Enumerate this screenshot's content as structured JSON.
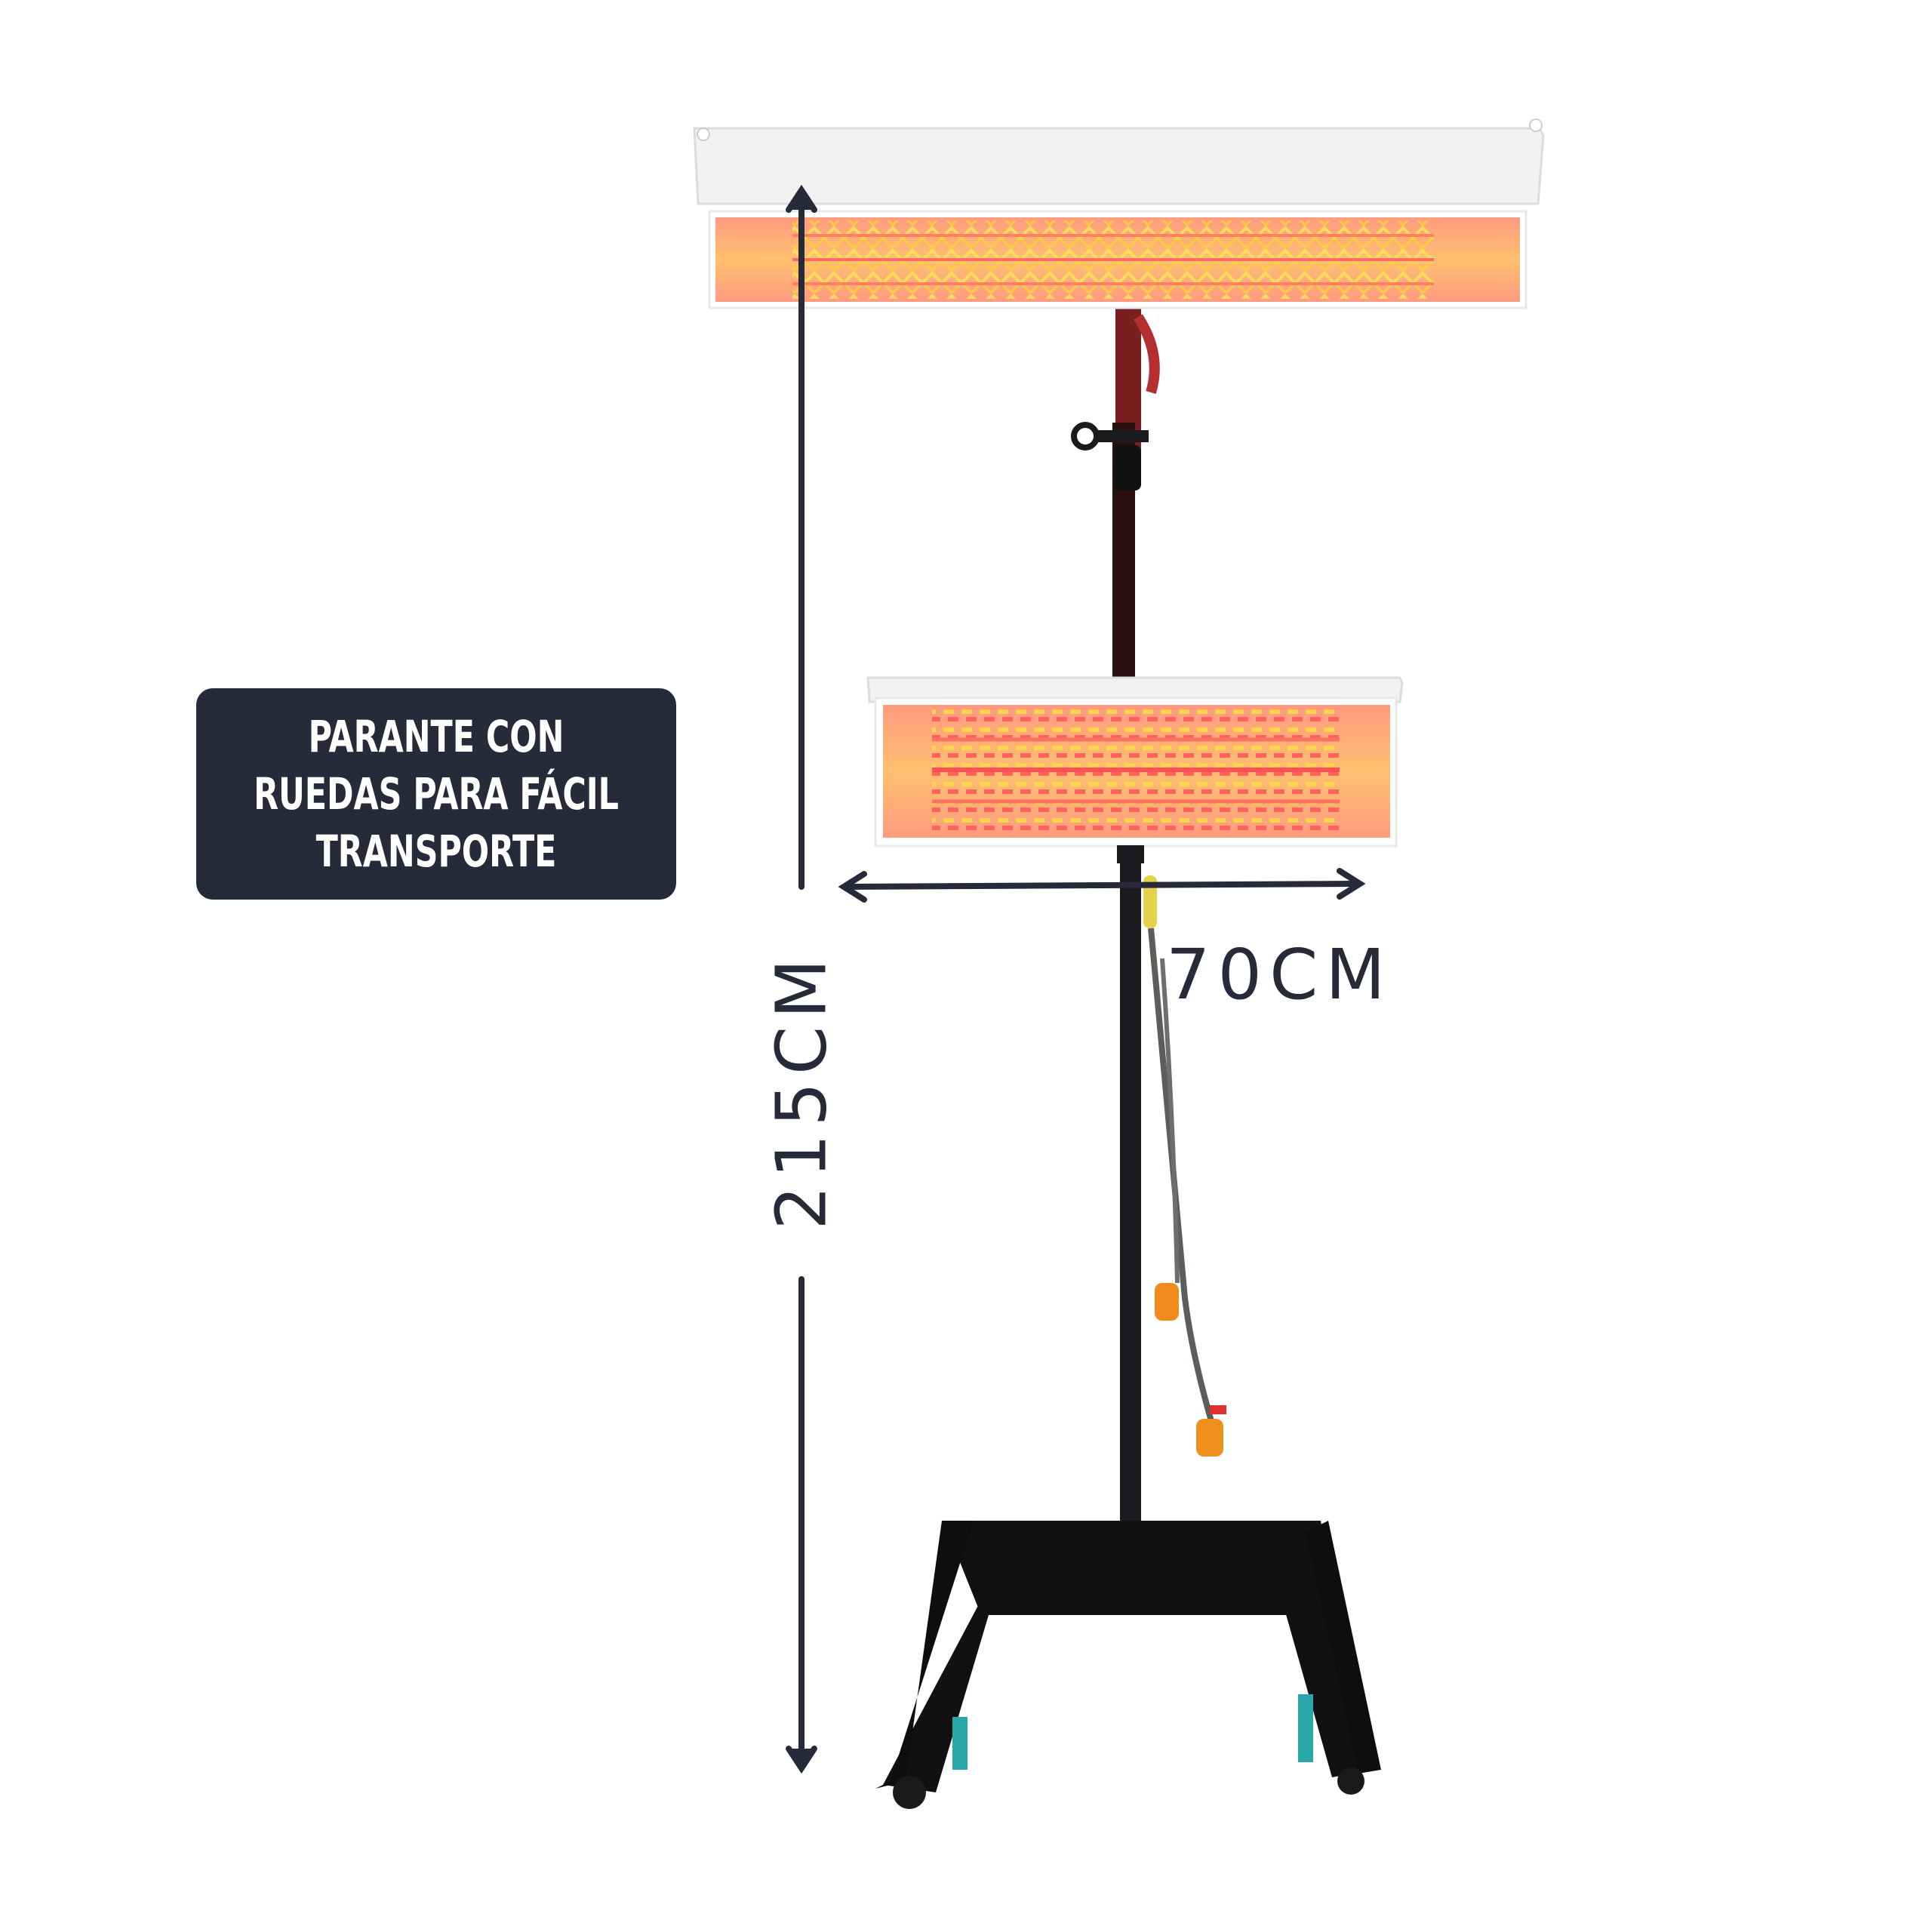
{
  "callout": {
    "lines": [
      "PARANTE CON",
      "RUEDAS PARA FÁCIL",
      "TRANSPORTE"
    ]
  },
  "dimensions": {
    "height_label": "215CM",
    "width_label": "70CM"
  },
  "colors": {
    "callout_bg": "#272a38",
    "callout_text": "#ffffff",
    "dimension_line": "#272a38",
    "lamp_glow": "#ffb07a",
    "stand": "#1b1b1f"
  }
}
